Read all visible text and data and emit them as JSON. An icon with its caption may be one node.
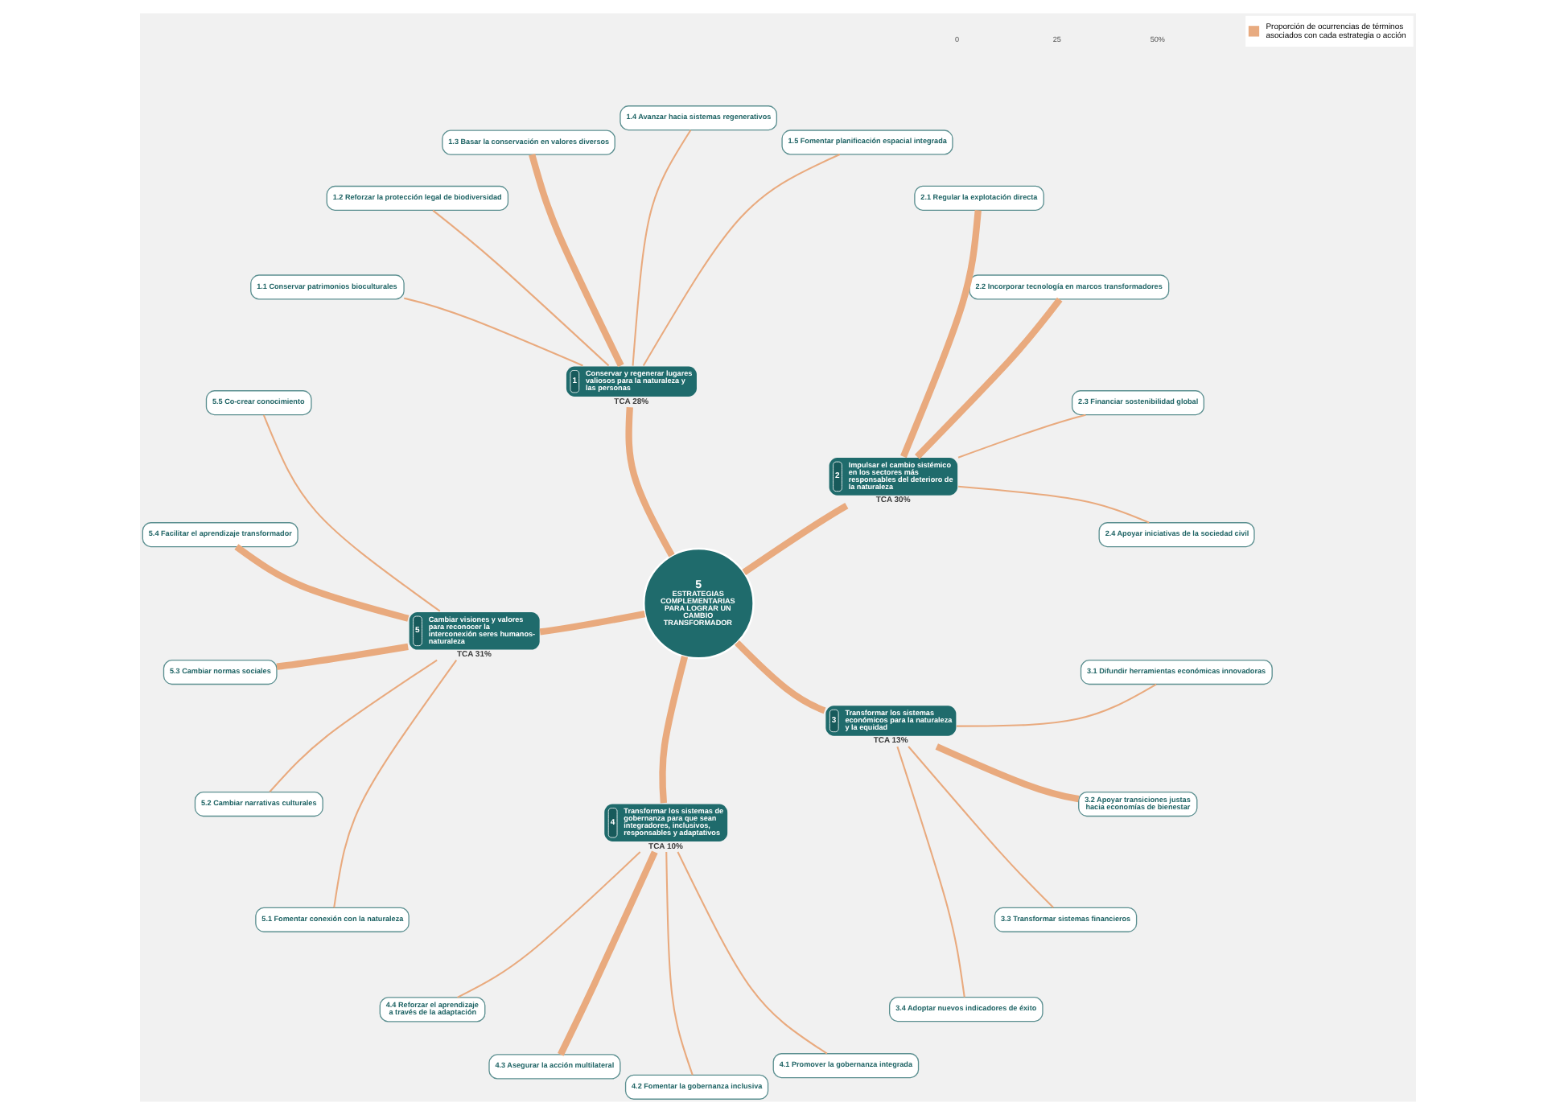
{
  "diagram": {
    "nodes": [
      {
        "text": [
          "5",
          "ESTRATEGIAS COMPLEMENTARIAS PARA LOGRAR UN CAMBIO TRANSFORMADOR"
        ]
      },
      {
        "text": [
          "1",
          "Conservar y regenerar lugares valiosos para la naturaleza y las personas"
        ],
        "beside": [
          "TCA 28%"
        ]
      },
      {
        "text": [
          "1.1 Conservar patrimonios bioculturales"
        ]
      },
      {
        "text": [
          "1.2 Reforzar la protección legal de biodiversidad"
        ]
      },
      {
        "text": [
          "1.3 Basar la conservación en valores diversos"
        ]
      },
      {
        "text": [
          "1.4 Avanzar hacia sistemas regenerativos"
        ]
      },
      {
        "text": [
          "1.5 Fomentar planificación espacial integrada"
        ]
      },
      {
        "text": [
          "2",
          "Impulsar el cambio sistémico en los sectores más responsables del deterioro de la naturaleza"
        ],
        "beside": [
          "TCA 30%"
        ]
      },
      {
        "text": [
          "2.1 Regular la explotación directa"
        ]
      },
      {
        "text": [
          "2.2 Incorporar tecnología en marcos transformadores"
        ]
      },
      {
        "text": [
          "2.3 Financiar sostenibilidad global"
        ]
      },
      {
        "text": [
          "2.4 Apoyar iniciativas de la sociedad civil"
        ]
      },
      {
        "text": [
          "3",
          "Transformar los sistemas económicos para la naturaleza y la equidad"
        ],
        "beside": [
          "TCA 13%"
        ]
      },
      {
        "text": [
          "3.1 Difundir herramientas económicas innovadoras"
        ]
      },
      {
        "text": [
          "3.2 Apoyar transiciones justas hacia economías de bienestar"
        ]
      },
      {
        "text": [
          "3.3 Transformar sistemas financieros"
        ]
      },
      {
        "text": [
          "3.4 Adoptar nuevos indicadores de éxito"
        ]
      },
      {
        "text": [
          "4",
          "Transformar los sistemas de gobernanza para que sean integradores, inclusivos, responsables y adaptativos"
        ],
        "beside": [
          "TCA 10%"
        ]
      },
      {
        "text": [
          "4.1 Promover la gobernanza integrada"
        ]
      },
      {
        "text": [
          "4.2 Fomentar la gobernanza inclusiva"
        ]
      },
      {
        "text": [
          "4.3 Asegurar la acción multilateral"
        ]
      },
      {
        "text": [
          "4.4 Reforzar el aprendizaje a través de la adaptación"
        ]
      },
      {
        "text": [
          "5",
          "Cambiar visiones y valores para reconocer la interconexión seres humanos-naturaleza"
        ],
        "beside": [
          "TCA 31%"
        ]
      },
      {
        "text": [
          "5.1 Fomentar conexión con la naturaleza"
        ]
      },
      {
        "text": [
          "5.2 Cambiar narrativas culturales"
        ]
      },
      {
        "text": [
          "5.3 Cambiar normas sociales"
        ]
      },
      {
        "text": [
          "5.4 Facilitar el aprendizaje transformador"
        ]
      },
      {
        "text": [
          "5.5 Co-crear conocimiento"
        ]
      }
    ],
    "edges": [
      {
        "from": 0,
        "to": 1,
        "arrow": "none",
        "style": "thick"
      },
      {
        "from": 1,
        "to": 2,
        "arrow": "none"
      },
      {
        "from": 1,
        "to": 3,
        "arrow": "none"
      },
      {
        "from": 1,
        "to": 4,
        "arrow": "none",
        "style": "thick"
      },
      {
        "from": 1,
        "to": 5,
        "arrow": "none"
      },
      {
        "from": 1,
        "to": 6,
        "arrow": "none"
      },
      {
        "from": 0,
        "to": 7,
        "arrow": "none",
        "style": "thick"
      },
      {
        "from": 7,
        "to": 8,
        "arrow": "none",
        "style": "thick"
      },
      {
        "from": 7,
        "to": 9,
        "arrow": "none",
        "style": "thick"
      },
      {
        "from": 7,
        "to": 10,
        "arrow": "none"
      },
      {
        "from": 7,
        "to": 11,
        "arrow": "none"
      },
      {
        "from": 0,
        "to": 12,
        "arrow": "none",
        "style": "thick"
      },
      {
        "from": 12,
        "to": 13,
        "arrow": "none"
      },
      {
        "from": 12,
        "to": 14,
        "arrow": "none",
        "style": "thick"
      },
      {
        "from": 12,
        "to": 15,
        "arrow": "none"
      },
      {
        "from": 12,
        "to": 16,
        "arrow": "none"
      },
      {
        "from": 0,
        "to": 17,
        "arrow": "none",
        "style": "thick"
      },
      {
        "from": 17,
        "to": 18,
        "arrow": "none"
      },
      {
        "from": 17,
        "to": 19,
        "arrow": "none"
      },
      {
        "from": 17,
        "to": 20,
        "arrow": "none",
        "style": "thick"
      },
      {
        "from": 17,
        "to": 21,
        "arrow": "none"
      },
      {
        "from": 0,
        "to": 22,
        "arrow": "none",
        "style": "thick"
      },
      {
        "from": 22,
        "to": 23,
        "arrow": "none"
      },
      {
        "from": 22,
        "to": 24,
        "arrow": "none"
      },
      {
        "from": 22,
        "to": 25,
        "arrow": "none",
        "style": "thick"
      },
      {
        "from": 22,
        "to": 26,
        "arrow": "none",
        "style": "thick"
      },
      {
        "from": 22,
        "to": 27,
        "arrow": "none"
      }
    ],
    "labels": [
      "0",
      "25",
      "50%"
    ],
    "legend": [
      {
        "text": "Proporción de ocurrencias de términos asociados con cada estrategia o acción",
        "color": "#e8ab80"
      }
    ]
  }
}
